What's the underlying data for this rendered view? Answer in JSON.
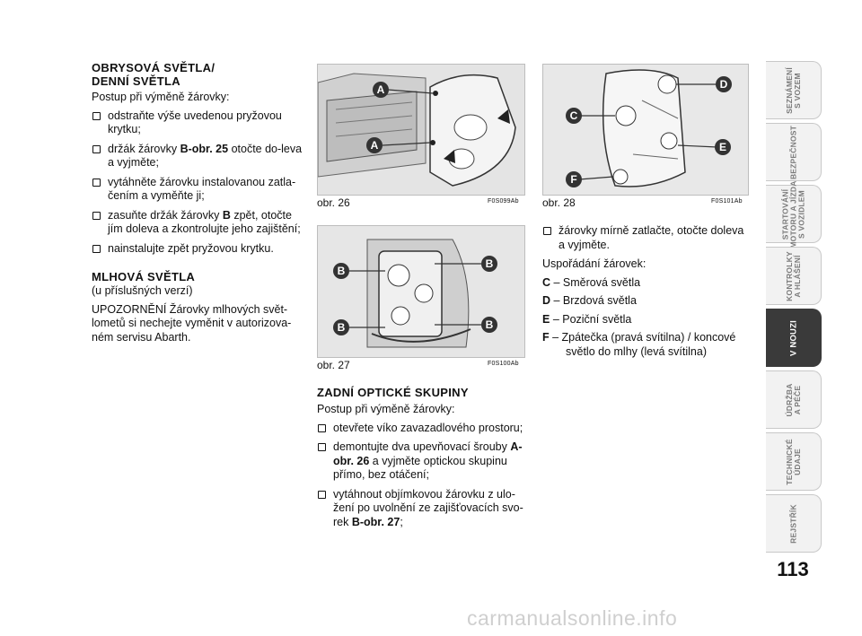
{
  "left": {
    "heading1_line1": "OBRYSOVÁ SVĚTLA/",
    "heading1_line2": "DENNÍ SVĚTLA",
    "intro1": "Postup při výměně žárovky:",
    "steps1": [
      "odstraňte výše uvedenou pryžovou krytku;",
      "vytáhněte žárovku instalovanou zatla-čením a vyměňte ji;",
      "nainstalujte zpět pryžovou krytku."
    ],
    "step_b1": {
      "pre": "držák žárovky ",
      "bold": "B-obr. 25",
      "post": " otočte do-leva a vyjměte;"
    },
    "step_b2": {
      "pre": "zasuňte držák žárovky ",
      "bold": "B",
      "post": " zpět, otočte jím doleva a zkontrolujte jeho zajištění;"
    },
    "heading2": "MLHOVÁ SVĚTLA",
    "subheading2": "(u příslušných verzí)",
    "note": "UPOZORNĚNÍ Žárovky mlhových svět-lometů si nechejte vyměnit v autorizova-ném servisu Abarth."
  },
  "figures": {
    "fig26": {
      "label": "obr. 26",
      "code": "F0S099Ab",
      "callouts": [
        "A",
        "A"
      ]
    },
    "fig27": {
      "label": "obr. 27",
      "code": "F0S100Ab",
      "callouts": [
        "B",
        "B",
        "B",
        "B"
      ]
    },
    "fig28": {
      "label": "obr. 28",
      "code": "F0S101Ab",
      "callouts": [
        "D",
        "C",
        "E",
        "F"
      ]
    }
  },
  "middle": {
    "heading": "ZADNÍ OPTICKÉ SKUPINY",
    "intro": "Postup při výměně žárovky:",
    "step1": "otevřete víko zavazadlového prostoru;",
    "step2": {
      "pre": "demontujte dva upevňovací šrouby ",
      "bold": "A-obr. 26",
      "post": " a vyjměte optickou skupinu přímo, bez otáčení;"
    },
    "step3": {
      "pre": "vytáhnout objímkovou žárovku z ulo-žení po uvolnění ze zajišťovacích svo-rek ",
      "bold": "B-obr. 27",
      "post": ";"
    }
  },
  "right": {
    "step": "žárovky mírně zatlačte, otočte doleva a vyjměte.",
    "legend_title": "Uspořádání žárovek:",
    "legend": [
      {
        "key": "C",
        "text": " – Směrová světla"
      },
      {
        "key": "D",
        "text": " – Brzdová světla"
      },
      {
        "key": "E",
        "text": " – Poziční světla"
      },
      {
        "key": "F",
        "text": " – Zpátečka (pravá svítilna) / koncové světlo do mlhy (levá svítilna)"
      }
    ]
  },
  "tabs": [
    "SEZNÁMENÍ\nS VOZEM",
    "BEZPEČNOST",
    "STARTOVÁNÍ\nMOTORU A JÍZDA\nS VOZIDLEM",
    "KONTROLKY\nA HLÁŠENÍ",
    "V NOUZI",
    "ÚDRŽBA\nA PÉČE",
    "TECHNICKÉ\nÚDAJE",
    "REJSTŘÍK"
  ],
  "active_tab": "V NOUZI",
  "page_number": "113",
  "watermark": "carmanualsonline.info",
  "colors": {
    "tab_active": "#3a3a3a",
    "tab_inactive": "#f2f2f2",
    "callout": "#333333"
  }
}
